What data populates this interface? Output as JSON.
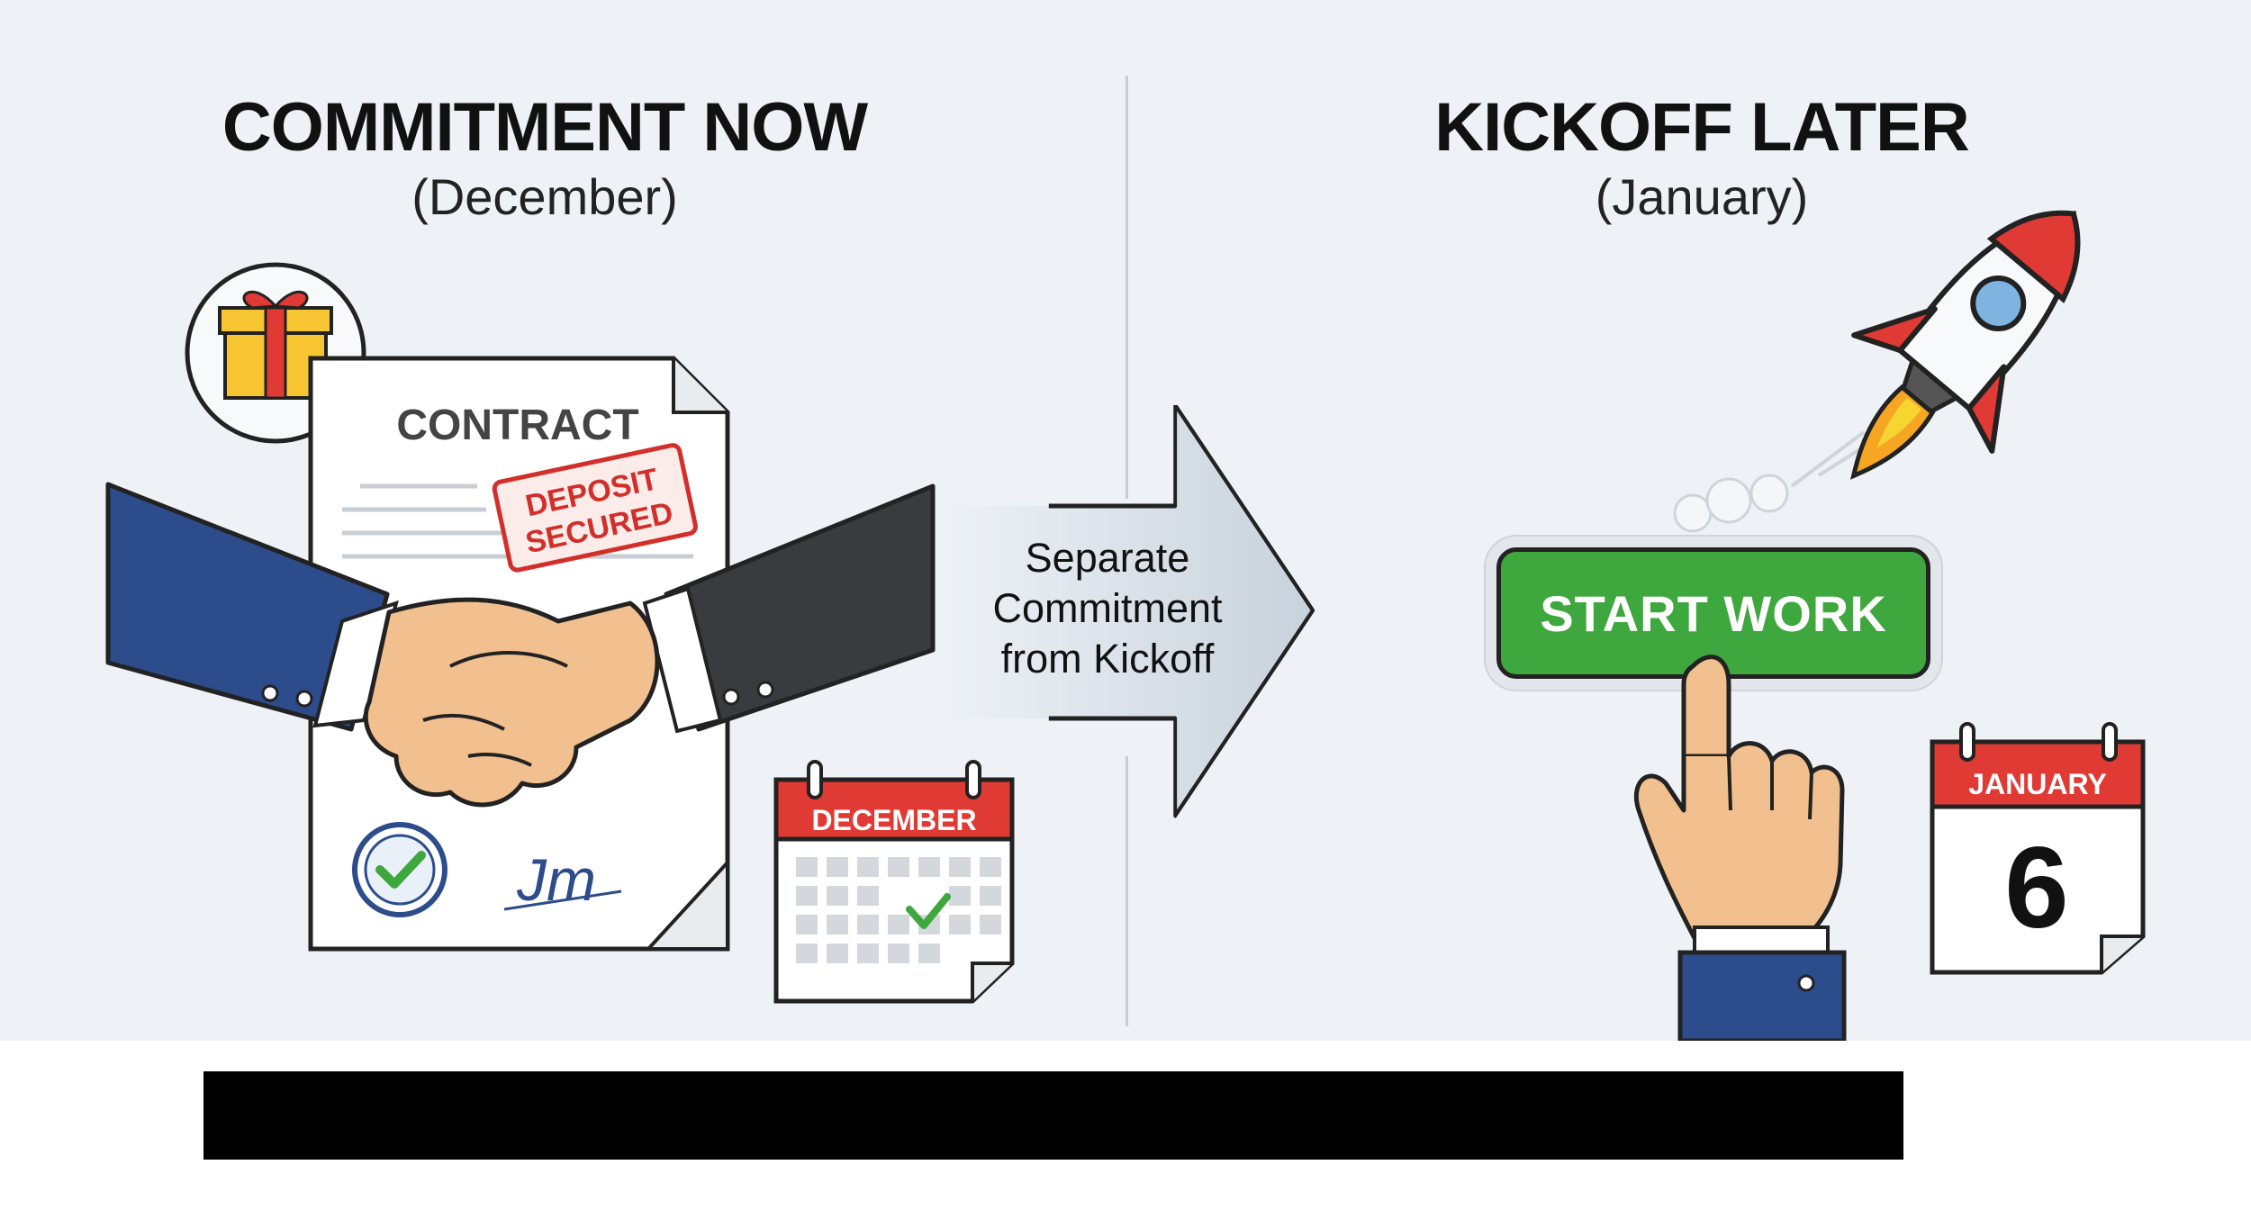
{
  "left": {
    "title": "COMMITMENT NOW",
    "subtitle": "(December)",
    "contract_title": "CONTRACT",
    "stamp_line1": "DEPOSIT",
    "stamp_line2": "SECURED",
    "signature": "Jm",
    "calendar_month": "DECEMBER"
  },
  "center": {
    "arrow_line1": "Separate",
    "arrow_line2": "Commitment",
    "arrow_line3": "from Kickoff"
  },
  "right": {
    "title": "KICKOFF LATER",
    "subtitle": "(January)",
    "button_label": "START WORK",
    "calendar_month": "JANUARY",
    "calendar_day": "6"
  },
  "colors": {
    "background": "#eef2f6",
    "accent_red": "#e03a35",
    "accent_green": "#3ea73e",
    "navy": "#2c4c8c",
    "charcoal": "#3a3b3e",
    "skin": "#f1c08e"
  }
}
